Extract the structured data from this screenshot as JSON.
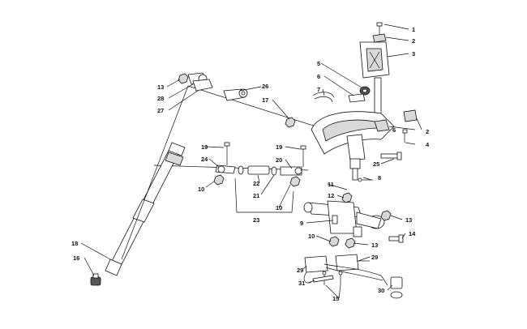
{
  "diagram": {
    "callouts": [
      {
        "id": "c1",
        "label": "1"
      },
      {
        "id": "c2a",
        "label": "2"
      },
      {
        "id": "c3",
        "label": "3"
      },
      {
        "id": "c5",
        "label": "5"
      },
      {
        "id": "c6a",
        "label": "6"
      },
      {
        "id": "c7",
        "label": "7"
      },
      {
        "id": "c6b",
        "label": "6"
      },
      {
        "id": "c2b",
        "label": "2"
      },
      {
        "id": "c4",
        "label": "4"
      },
      {
        "id": "c13a",
        "label": "13"
      },
      {
        "id": "c28",
        "label": "28"
      },
      {
        "id": "c27",
        "label": "27"
      },
      {
        "id": "c26",
        "label": "26"
      },
      {
        "id": "c17",
        "label": "17"
      },
      {
        "id": "c19a",
        "label": "19"
      },
      {
        "id": "c24",
        "label": "24"
      },
      {
        "id": "c10a",
        "label": "10"
      },
      {
        "id": "c19b",
        "label": "19"
      },
      {
        "id": "c20",
        "label": "20"
      },
      {
        "id": "c22",
        "label": "22"
      },
      {
        "id": "c21",
        "label": "21"
      },
      {
        "id": "c10b",
        "label": "10"
      },
      {
        "id": "c23",
        "label": "23"
      },
      {
        "id": "c25",
        "label": "25"
      },
      {
        "id": "c8",
        "label": "8"
      },
      {
        "id": "c11",
        "label": "11"
      },
      {
        "id": "c12",
        "label": "12"
      },
      {
        "id": "c13b",
        "label": "13"
      },
      {
        "id": "c9",
        "label": "9"
      },
      {
        "id": "c14",
        "label": "14"
      },
      {
        "id": "c10c",
        "label": "10"
      },
      {
        "id": "c13c",
        "label": "13"
      },
      {
        "id": "c29a",
        "label": "29"
      },
      {
        "id": "c29b",
        "label": "29"
      },
      {
        "id": "c18",
        "label": "18"
      },
      {
        "id": "c16",
        "label": "16"
      },
      {
        "id": "c31",
        "label": "31"
      },
      {
        "id": "c15",
        "label": "15"
      },
      {
        "id": "c30",
        "label": "30"
      }
    ]
  }
}
